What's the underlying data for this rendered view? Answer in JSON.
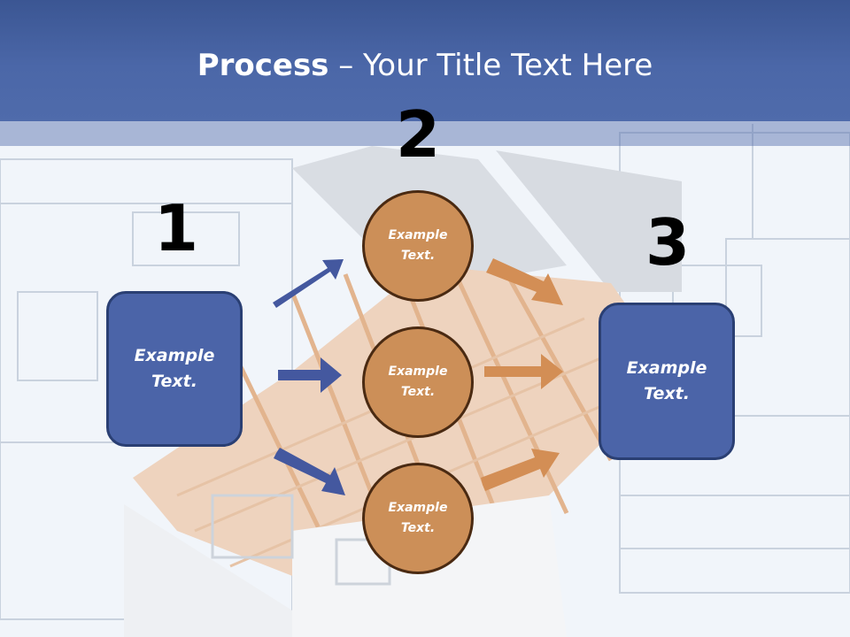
{
  "slide": {
    "title_bold": "Process",
    "title_rest": " – Your Title Text Here"
  },
  "steps": {
    "one": {
      "number": "1",
      "text": "Example\nText."
    },
    "two": {
      "number": "2"
    },
    "three": {
      "number": "3",
      "text": "Example\nText."
    }
  },
  "circles": [
    {
      "text": "Example\nText."
    },
    {
      "text": "Example\nText."
    },
    {
      "text": "Example\nText."
    }
  ],
  "colors": {
    "title_bar": "#4b67a8",
    "box_fill": "#4b64a8",
    "circle_fill": "#cc8f58",
    "blue_arrow": "#44589f",
    "orange_arrow": "#d38e55"
  }
}
